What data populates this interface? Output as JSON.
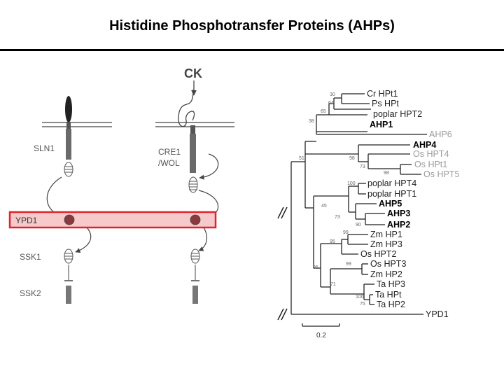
{
  "slide": {
    "title": "Histidine Phosphotransfer Proteins (AHPs)"
  },
  "pathway": {
    "ck_label": "CK",
    "left_column": [
      "SLN1",
      "YPD1",
      "SSK1",
      "SSK2"
    ],
    "right_column": [
      "CRE1",
      "/WOL"
    ],
    "highlight_color": "#e0242a"
  },
  "tree": {
    "leaves": [
      {
        "label": "Cr HPt1",
        "style": "normal"
      },
      {
        "label": "Ps HPt",
        "style": "normal"
      },
      {
        "label": "poplar HPT2",
        "style": "normal"
      },
      {
        "label": "AHP1",
        "style": "bold"
      },
      {
        "label": "AHP6",
        "style": "gray"
      },
      {
        "label": "AHP4",
        "style": "bold"
      },
      {
        "label": "Os HPT4",
        "style": "gray"
      },
      {
        "label": "Os HPt1",
        "style": "gray"
      },
      {
        "label": "Os HPT5",
        "style": "gray"
      },
      {
        "label": "poplar HPT4",
        "style": "normal"
      },
      {
        "label": "poplar HPT1",
        "style": "normal"
      },
      {
        "label": "AHP5",
        "style": "bold"
      },
      {
        "label": "AHP3",
        "style": "bold"
      },
      {
        "label": "AHP2",
        "style": "bold"
      },
      {
        "label": "Zm HP1",
        "style": "normal"
      },
      {
        "label": "Zm HP3",
        "style": "normal"
      },
      {
        "label": "Os HPT2",
        "style": "normal"
      },
      {
        "label": "Os HPT3",
        "style": "normal"
      },
      {
        "label": "Zm HP2",
        "style": "normal"
      },
      {
        "label": "Ta HP3",
        "style": "normal"
      },
      {
        "label": "Ta HPt",
        "style": "normal"
      },
      {
        "label": "Ta HP2",
        "style": "normal"
      },
      {
        "label": "YPD1",
        "style": "normal"
      }
    ],
    "bootstrap": [
      "30",
      "64",
      "65",
      "38",
      "51",
      "98",
      "73",
      "98",
      "100",
      "45",
      "73",
      "90",
      "99",
      "95",
      "95",
      "99",
      "71",
      "100",
      "75"
    ],
    "scale_label": "0.2"
  }
}
